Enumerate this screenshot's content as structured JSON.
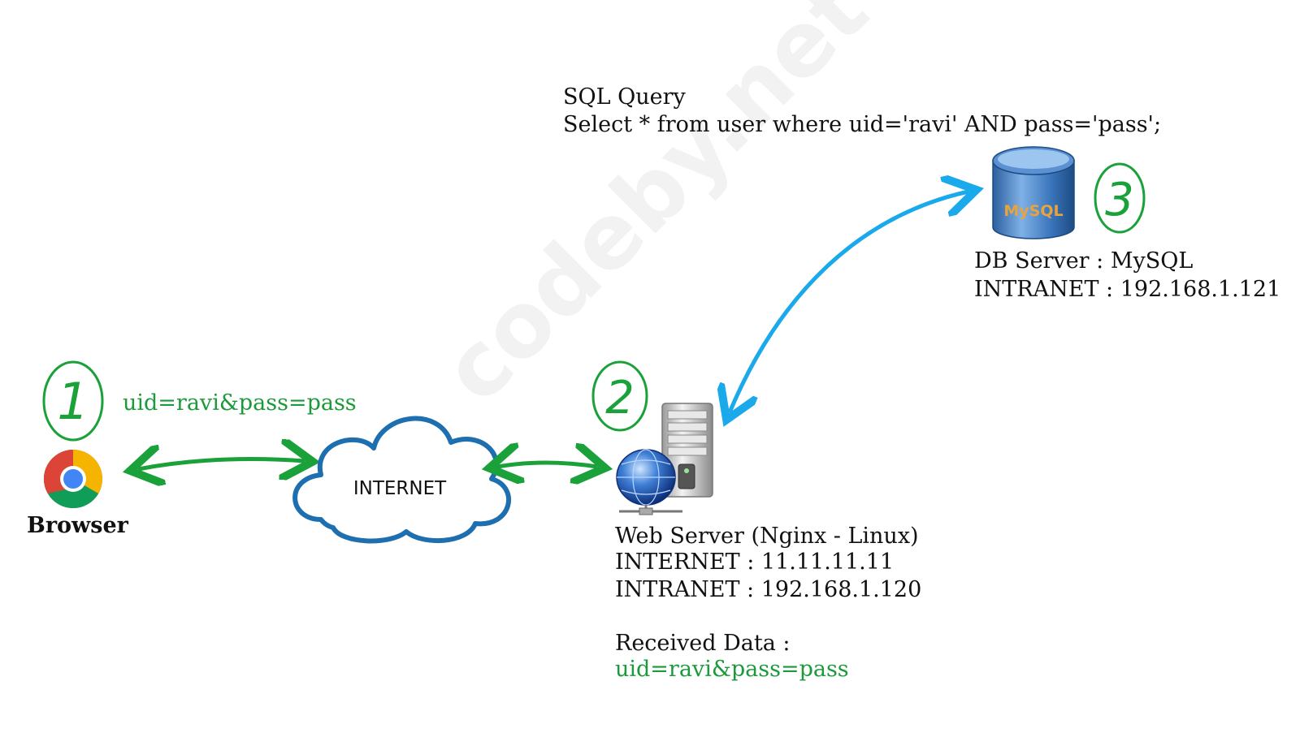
{
  "sql": {
    "title": "SQL Query",
    "query": "Select * from user where uid='ravi' AND pass='pass';"
  },
  "browser": {
    "step": "1",
    "label": "Browser",
    "payload": "uid=ravi&pass=pass"
  },
  "internet": {
    "label": "INTERNET"
  },
  "web_server": {
    "step": "2",
    "title": "Web Server (Nginx - Linux)",
    "internet_ip": "INTERNET : 11.11.11.11",
    "intranet_ip": "INTRANET : 192.168.1.120",
    "received_label": "Received Data :",
    "received_value": "uid=ravi&pass=pass"
  },
  "db_server": {
    "step": "3",
    "title": "DB Server : MySQL",
    "intranet_ip": "INTRANET : 192.168.1.121",
    "logo_text": "MySQL"
  },
  "watermark": "codeby.net",
  "colors": {
    "green_arrow": "#1aa13a",
    "blue_arrow": "#1aa9ea",
    "cloud_outline": "#1d6fb0"
  }
}
